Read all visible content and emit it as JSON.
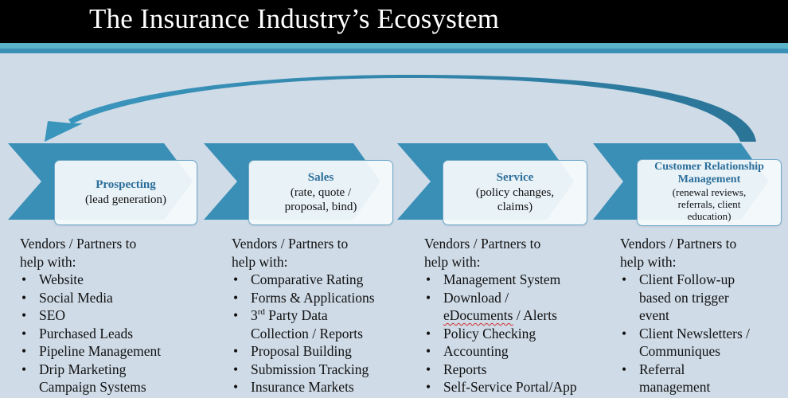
{
  "header": {
    "title": "The Insurance Industry’s Ecosystem"
  },
  "colors": {
    "title_bar": "#000000",
    "accent_light": "#5ab3c8",
    "accent_dark": "#3a8fb7",
    "background": "#cfdbe7",
    "chevron": "#3a8fb7",
    "stage_title": "#2c6e9a",
    "loop_arrow": "#2f7fa6"
  },
  "stages": [
    {
      "title": "Prospecting",
      "subtitle_lines": [
        "(lead generation)"
      ],
      "vendors_intro_1": "Vendors / Partners to",
      "vendors_intro_2": "help with:",
      "items": [
        "Website",
        "Social Media",
        "SEO",
        "Purchased Leads",
        "Pipeline Management",
        "Drip Marketing",
        "Campaign Systems"
      ]
    },
    {
      "title": "Sales",
      "subtitle_lines": [
        "(rate, quote /",
        "proposal, bind)"
      ],
      "vendors_intro_1": "Vendors / Partners to",
      "vendors_intro_2": "help with:",
      "items": [
        "Comparative Rating",
        "Forms & Applications",
        "3rd Party Data Collection / Reports",
        "Proposal Building",
        "Submission Tracking",
        "Insurance Markets"
      ],
      "item_3_pre": "3",
      "item_3_sup": "rd",
      "item_3_line1": " Party Data",
      "item_3_line2": "Collection / Reports"
    },
    {
      "title": "Service",
      "subtitle_lines": [
        "(policy changes,",
        "claims)"
      ],
      "vendors_intro_1": "Vendors / Partners to",
      "vendors_intro_2": "help with:",
      "items": [
        "Management System",
        "Download / eDocuments / Alerts",
        "Policy Checking",
        "Accounting",
        "Reports",
        "Self-Service Portal/App"
      ],
      "item_2_line1": "Download /",
      "item_2_line2a": "eDocuments",
      "item_2_line2b": " / Alerts"
    },
    {
      "title_lines": [
        "Customer Relationship",
        "Management"
      ],
      "title": "Customer Relationship Management",
      "subtitle_lines": [
        "(renewal reviews,",
        "referrals, client",
        "education)"
      ],
      "vendors_intro_1": "Vendors / Partners to",
      "vendors_intro_2": "help with:",
      "items": [
        "Client Follow-up based on trigger event",
        "Client Newsletters / Communiques",
        "Referral management"
      ],
      "item_lines": [
        [
          "Client Follow-up",
          "based on trigger",
          "event"
        ],
        [
          "Client Newsletters /",
          "Communiques"
        ],
        [
          "Referral",
          "management"
        ]
      ]
    }
  ]
}
